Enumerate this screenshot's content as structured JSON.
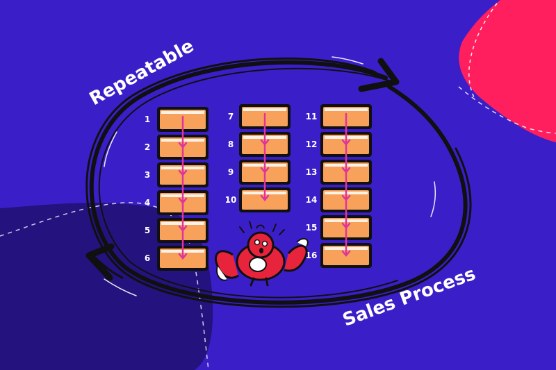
{
  "labels": {
    "top": "Repeatable",
    "bottom": "Sales Process"
  },
  "steps": {
    "column_1": [
      "1",
      "2",
      "3",
      "4",
      "5",
      "6"
    ],
    "column_2": [
      "7",
      "8",
      "9",
      "10"
    ],
    "column_3": [
      "11",
      "12",
      "13",
      "14",
      "15",
      "16"
    ]
  },
  "colors": {
    "background": "#3a1fc9",
    "dark_blob": "#24127e",
    "pink_blob": "#ff1f5e",
    "box_fill": "#f7a15a",
    "arrow": "#e0349a",
    "outline": "#101010",
    "text": "#ffffff",
    "mascot": "#e8243c"
  },
  "icons": {
    "cycle": "cycle-loop-arrow-icon",
    "mascot": "confused-bird-mascot-icon"
  }
}
